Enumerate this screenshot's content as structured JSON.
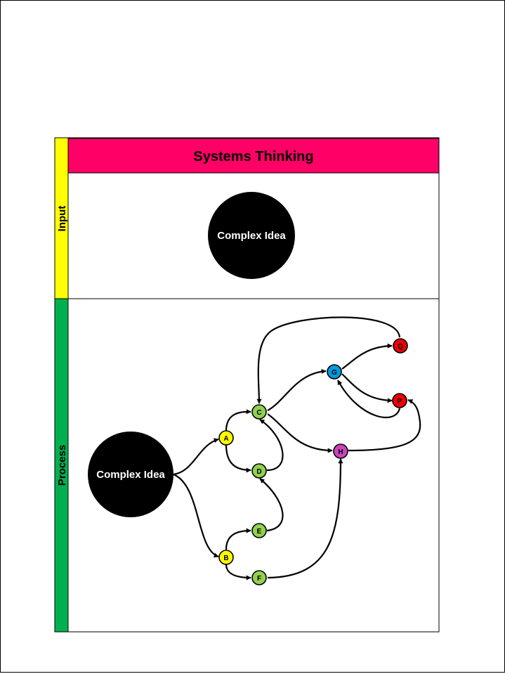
{
  "title": "Systems Thinking",
  "colors": {
    "title_band": "#ff0066",
    "input_lane": "#ffff00",
    "process_lane": "#00b050",
    "big_node": "#000000",
    "node_yellow": "#ffff00",
    "node_green": "#92d050",
    "node_blue": "#0099dd",
    "node_purple": "#cc44bb",
    "node_red": "#ee0000"
  },
  "lanes": {
    "input": {
      "label": "Input"
    },
    "process": {
      "label": "Process"
    }
  },
  "input_node": {
    "label": "Complex Idea"
  },
  "process_node": {
    "label": "Complex Idea"
  },
  "nodes": {
    "A": {
      "label": "A",
      "color": "#ffff00"
    },
    "B": {
      "label": "B",
      "color": "#ffff00"
    },
    "C": {
      "label": "C",
      "color": "#92d050"
    },
    "D": {
      "label": "D",
      "color": "#92d050"
    },
    "E": {
      "label": "E",
      "color": "#92d050"
    },
    "F": {
      "label": "F",
      "color": "#92d050"
    },
    "G": {
      "label": "G",
      "color": "#0099dd"
    },
    "H": {
      "label": "H",
      "color": "#cc44bb"
    },
    "P": {
      "label": "P",
      "color": "#ee0000"
    },
    "Q": {
      "label": "Q",
      "color": "#ee0000"
    }
  },
  "edges": [
    [
      "Complex Idea",
      "A"
    ],
    [
      "Complex Idea",
      "B"
    ],
    [
      "A",
      "C"
    ],
    [
      "A",
      "D"
    ],
    [
      "D",
      "C"
    ],
    [
      "B",
      "E"
    ],
    [
      "B",
      "F"
    ],
    [
      "E",
      "D"
    ],
    [
      "C",
      "G"
    ],
    [
      "C",
      "H"
    ],
    [
      "F",
      "H"
    ],
    [
      "G",
      "Q"
    ],
    [
      "G",
      "P"
    ],
    [
      "P",
      "G"
    ],
    [
      "Q",
      "C"
    ],
    [
      "H",
      "P"
    ]
  ]
}
